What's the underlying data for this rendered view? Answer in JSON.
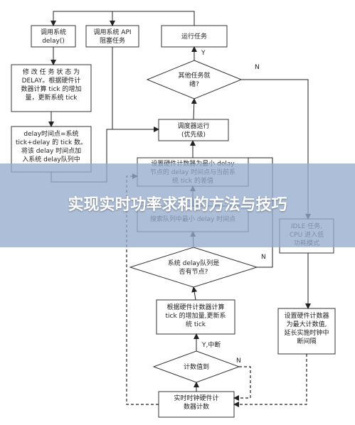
{
  "banner": {
    "title": "实现实时功率求和的方法与技巧"
  },
  "nodes": {
    "call_delay": [
      "调用系统",
      "delay()"
    ],
    "call_api": [
      "调用系统 API",
      "阻塞任务"
    ],
    "run_task": [
      "运行任务"
    ],
    "modify_state": [
      "修 改 任 务 状 态 为",
      "DELAY。根据硬件计",
      "数器计算 tick 的增加",
      "量，更新系统 tick"
    ],
    "delay_time": [
      "delay时间点=系统",
      "tick+delay 的 tick 数。",
      "将该 delay 时间点加",
      "入系统 delay队列中"
    ],
    "other_ready": [
      "其他任务就",
      "绪?"
    ],
    "scheduler": [
      "调度器运行",
      "(优先级)"
    ],
    "set_counter": [
      "设置硬件计数器为最小 delay",
      "节点的 delay 时间点与当前系",
      "统 tick 的差值"
    ],
    "search_queue": [
      "搜索队列中最小 delay 时间点"
    ],
    "idle_task": [
      "IDLE 任务,",
      "CPU 进入低",
      "功耗模式"
    ],
    "queue_has_node": [
      "系统 delay队列是",
      "否有节点?"
    ],
    "update_tick": [
      "根据硬件计数器计算",
      "tick 的增加量,更新系",
      "统 tick"
    ],
    "set_max": [
      "设置硬件计数器",
      "为最大计数值,",
      "延长实施时钟中",
      "断间隔"
    ],
    "count_reached": [
      "计数值到"
    ],
    "rt_clock": [
      "实时时钟硬件计",
      "数器计数"
    ]
  },
  "labels": {
    "y": "Y",
    "n": "N",
    "y_interrupt": "Y,中断"
  }
}
